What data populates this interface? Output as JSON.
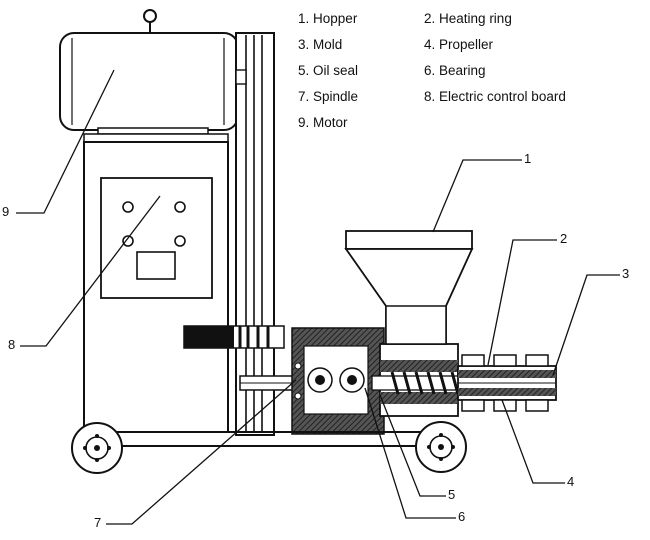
{
  "legend": {
    "items": [
      {
        "num": "1.",
        "label": "Hopper"
      },
      {
        "num": "2.",
        "label": "Heating ring"
      },
      {
        "num": "3.",
        "label": "Mold"
      },
      {
        "num": "4.",
        "label": "Propeller"
      },
      {
        "num": "5.",
        "label": "Oil seal"
      },
      {
        "num": "6.",
        "label": "Bearing"
      },
      {
        "num": "7.",
        "label": "Spindle"
      },
      {
        "num": "8.",
        "label": "Electric control board"
      },
      {
        "num": "9.",
        "label": "Motor"
      }
    ]
  },
  "callouts": [
    "1",
    "2",
    "3",
    "4",
    "5",
    "6",
    "7",
    "8",
    "9"
  ]
}
